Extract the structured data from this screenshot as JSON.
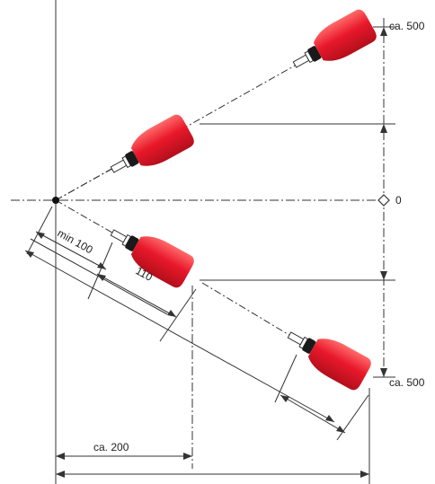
{
  "labels": {
    "top_dimension": "ca. 500",
    "zero": "0",
    "bottom_dimension": "ca. 500",
    "min_distance": "min 100",
    "handle_length": "110",
    "horizontal_distance": "ca. 200"
  },
  "colors": {
    "handle_red": "#e8182a",
    "handle_highlight": "#ff6a6a",
    "collar": "#1a1a1a",
    "line": "#333333",
    "background": "#ffffff"
  }
}
